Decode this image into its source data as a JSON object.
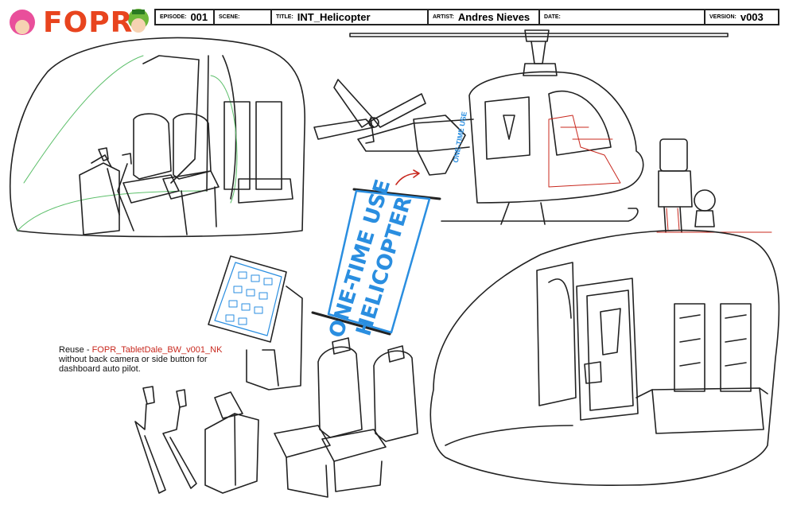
{
  "header": {
    "logo_text": "FOPR",
    "episode_label": "EPISODE:",
    "episode_value": "001",
    "scene_label": "SCENE:",
    "scene_value": "",
    "title_label": "TITLE:",
    "title_value": "INT_Helicopter",
    "artist_label": "ARTIST:",
    "artist_value": "Andres Nieves",
    "date_label": "DATE:",
    "date_value": "",
    "version_label": "VERSION:",
    "version_value": "v003"
  },
  "sign": {
    "line1": "ONE-TIME USE",
    "line2": "HELICOPTER"
  },
  "note": {
    "prefix": "Reuse - ",
    "reference": "FOPR_TabletDale_BW_v001_NK",
    "suffix": "without back camera or side button for dashboard auto pilot."
  },
  "colors": {
    "logo": "#e8441e",
    "sign_blue": "#2a8ee0",
    "annotation_red": "#c8281e",
    "guide_green": "#5cbf6a"
  }
}
